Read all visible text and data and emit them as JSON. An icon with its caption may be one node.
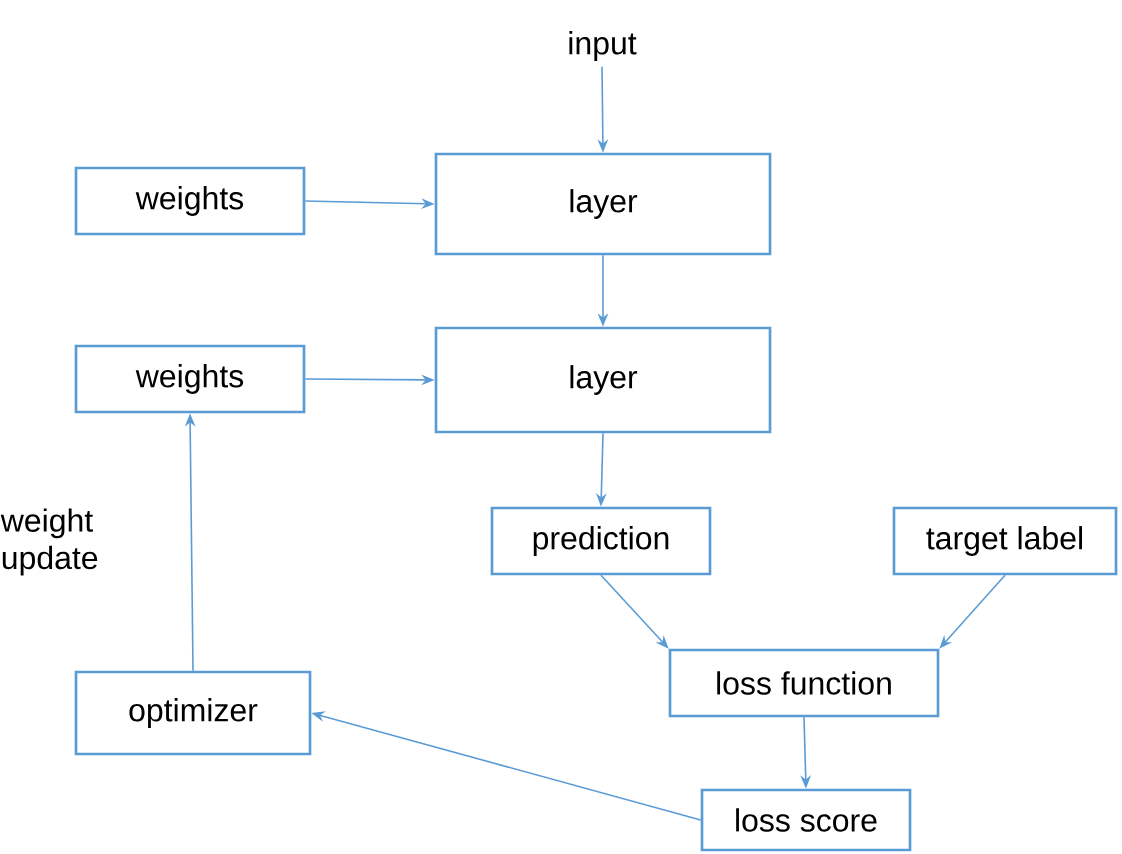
{
  "diagram": {
    "nodes": [
      {
        "text": [
          "input"
        ]
      },
      {
        "text": [
          "weights"
        ]
      },
      {
        "text": [
          "layer"
        ]
      },
      {
        "text": [
          "weights"
        ]
      },
      {
        "text": [
          "layer"
        ]
      },
      {
        "text": [
          "prediction"
        ]
      },
      {
        "text": [
          "target label"
        ]
      },
      {
        "text": [
          "loss function"
        ]
      },
      {
        "text": [
          "optimizer"
        ]
      },
      {
        "text": [
          "loss score"
        ]
      }
    ],
    "edges": [
      {
        "from": 0,
        "to": 2,
        "arrow": "to"
      },
      {
        "from": 1,
        "to": 2,
        "arrow": "to"
      },
      {
        "from": 2,
        "to": 4,
        "arrow": "to"
      },
      {
        "from": 3,
        "to": 4,
        "arrow": "to"
      },
      {
        "from": 4,
        "to": 5,
        "arrow": "to"
      },
      {
        "from": 5,
        "to": 7,
        "arrow": "to"
      },
      {
        "from": 6,
        "to": 7,
        "arrow": "to"
      },
      {
        "from": 7,
        "to": 9,
        "arrow": "to"
      },
      {
        "from": 9,
        "to": 8,
        "arrow": "to"
      },
      {
        "from": 8,
        "to": 3,
        "arrow": "to",
        "label": "weight update"
      }
    ]
  }
}
